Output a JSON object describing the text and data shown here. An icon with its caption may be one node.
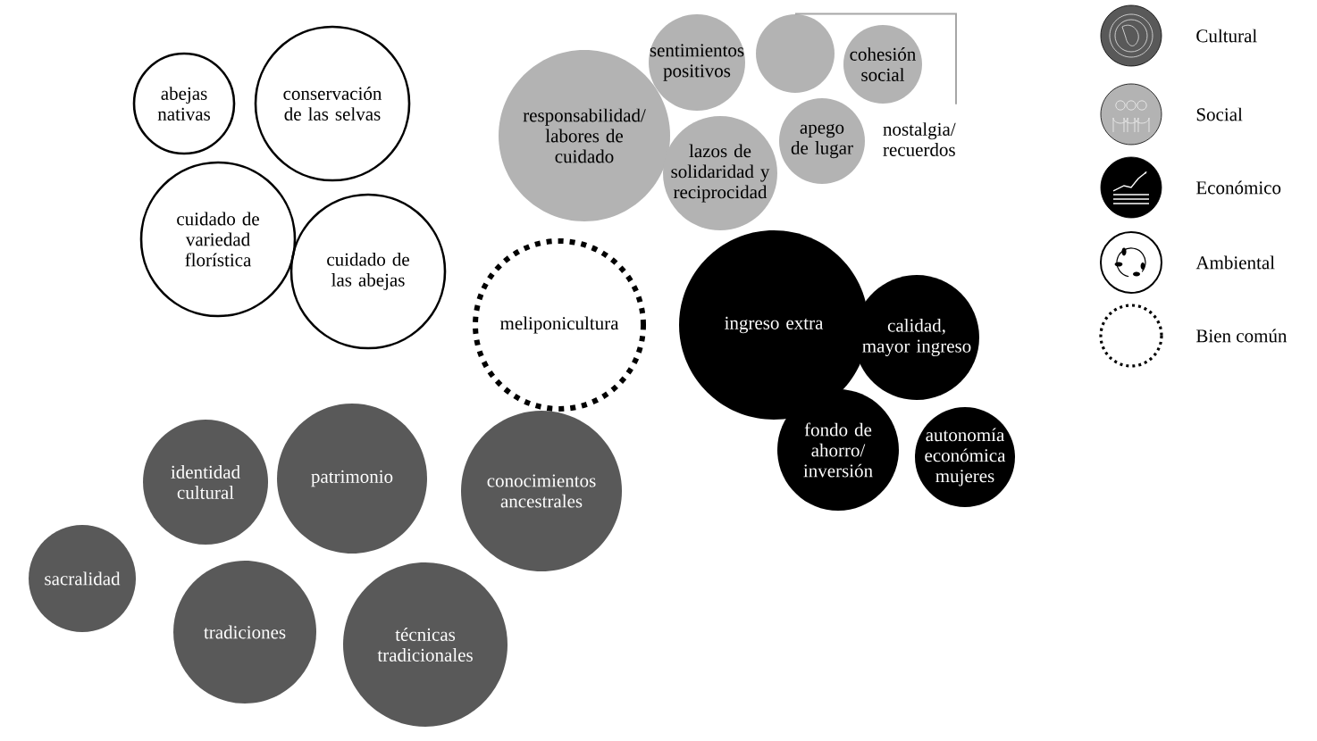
{
  "diagram": {
    "nodes": [
      {
        "text": [
          "abejas nativas"
        ]
      },
      {
        "text": [
          "conservación de las selvas"
        ]
      },
      {
        "text": [
          "cuidado de variedad florística"
        ]
      },
      {
        "text": [
          "cuidado de las abejas"
        ]
      },
      {
        "text": [
          "responsabilidad/ labores de cuidado"
        ]
      },
      {
        "text": [
          "sentimientos positivos"
        ]
      },
      {
        "text": [],
        "shape": "circle"
      },
      {
        "text": [
          "cohesión social"
        ]
      },
      {
        "text": [
          "lazos de solidaridad y reciprocidad"
        ]
      },
      {
        "text": [
          "apego de lugar"
        ]
      },
      {
        "text": [
          "nostalgia/ recuerdos"
        ]
      },
      {
        "text": [
          "meliponicultura"
        ]
      },
      {
        "text": [
          "ingreso extra"
        ]
      },
      {
        "text": [
          "calidad, mayor ingreso"
        ]
      },
      {
        "text": [
          "fondo de ahorro/ inversión"
        ]
      },
      {
        "text": [
          "autonomía económica mujeres"
        ]
      },
      {
        "text": [
          "identidad cultural"
        ]
      },
      {
        "text": [
          "patrimonio"
        ]
      },
      {
        "text": [
          "conocimientos ancestrales"
        ]
      },
      {
        "text": [
          "sacralidad"
        ]
      },
      {
        "text": [
          "tradiciones"
        ]
      },
      {
        "text": [
          "técnicas tradicionales"
        ]
      }
    ],
    "edges": [
      {
        "from": 10,
        "to": 6,
        "arrow": "none"
      }
    ],
    "legend": [
      {
        "text": "Cultural",
        "color": "#595959"
      },
      {
        "text": "Social",
        "color": "#b3b3b3"
      },
      {
        "text": "Económico",
        "color": "#000000"
      },
      {
        "text": "Ambiental"
      },
      {
        "text": "Bien común"
      }
    ]
  }
}
